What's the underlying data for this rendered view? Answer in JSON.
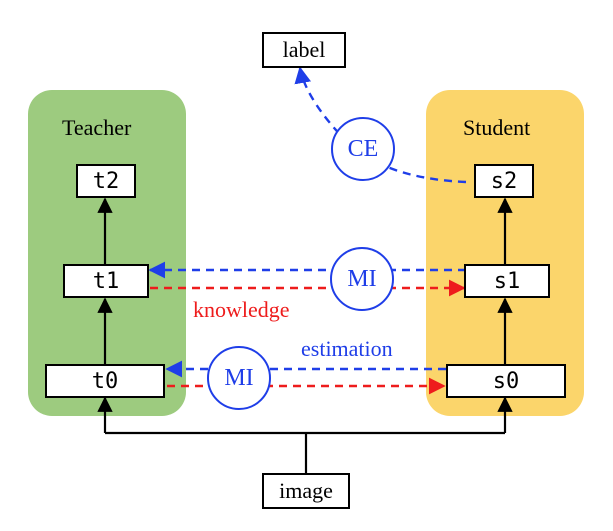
{
  "colors": {
    "teacher_panel": "#9dcb7f",
    "student_panel": "#fbd56b",
    "blue": "#1f3ee8",
    "red": "#ee1c1c",
    "black": "#000000"
  },
  "teacher": {
    "title": "Teacher",
    "nodes": [
      "t2",
      "t1",
      "t0"
    ]
  },
  "student": {
    "title": "Student",
    "nodes": [
      "s2",
      "s1",
      "s0"
    ]
  },
  "top_label": "label",
  "bottom_input": "image",
  "circles": {
    "ce": "CE",
    "mi_top": "MI",
    "mi_bottom": "MI"
  },
  "annotations": {
    "knowledge": "knowledge",
    "estimation": "estimation"
  }
}
